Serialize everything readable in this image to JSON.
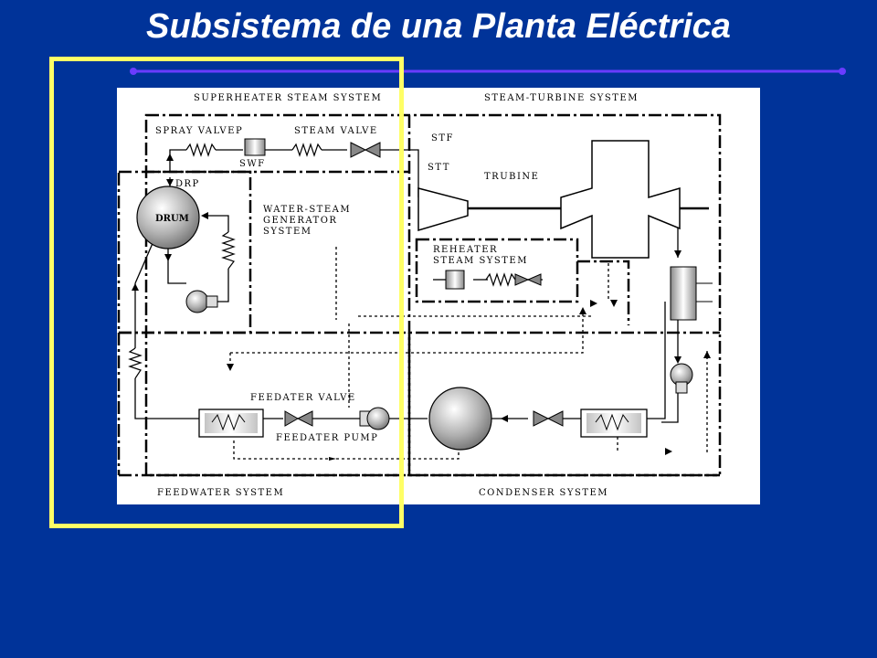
{
  "slide": {
    "title": "Subsistema de una Planta Eléctrica",
    "accent_line_color": "#6a3cff",
    "highlight_color": "#ffff66",
    "background_color": "#003399"
  },
  "diagram": {
    "sections": {
      "superheater": "SUPERHEATER STEAM SYSTEM",
      "turbine": "STEAM-TURBINE SYSTEM",
      "generator": "WATER-STEAM GENERATOR SYSTEM",
      "generator_lines": [
        "WATER-STEAM",
        "GENERATOR",
        "SYSTEM"
      ],
      "reheater_lines": [
        "REHEATER",
        "STEAM SYSTEM"
      ],
      "feedwater": "FEEDWATER SYSTEM",
      "condenser": "CONDENSER SYSTEM"
    },
    "labels": {
      "spray_valve": "SPRAY VALVEP",
      "steam_valve": "STEAM VALVE",
      "swf": "SWF",
      "drp": "DRP",
      "drum": "DRUM",
      "stf": "STF",
      "stt": "STT",
      "turbine": "TRUBINE",
      "feedwater_valve": "FEEDATER VALVE",
      "feedwater_pump": "FEEDATER PUMP"
    }
  }
}
